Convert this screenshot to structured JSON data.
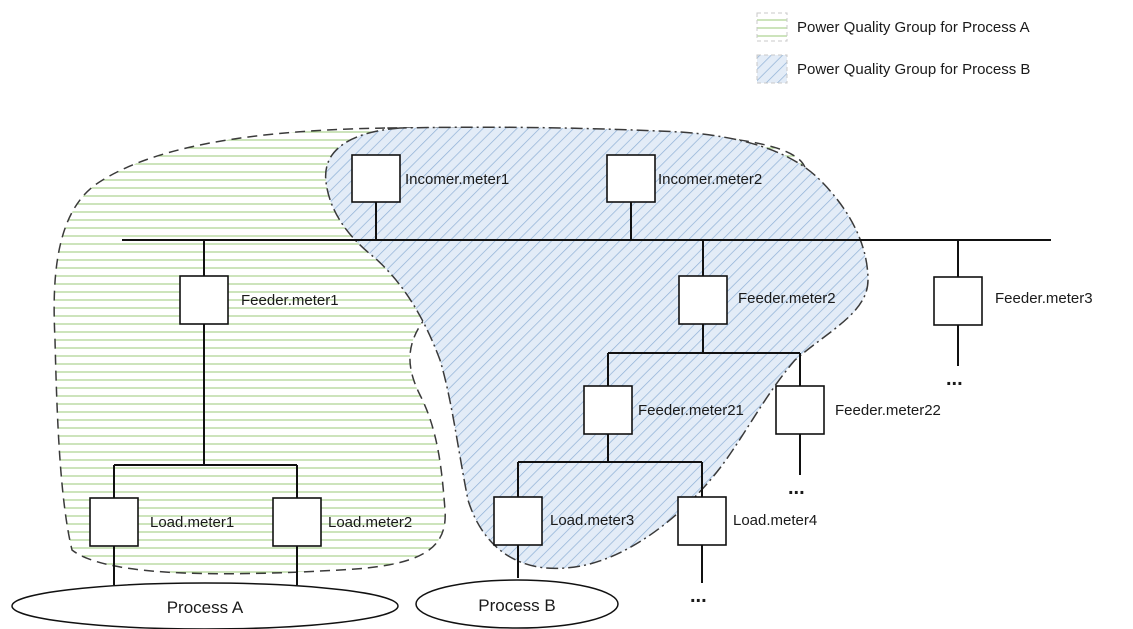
{
  "legend": {
    "group_a": "Power Quality Group for Process A",
    "group_b": "Power Quality Group for Process B"
  },
  "meters": {
    "incomer1": "Incomer.meter1",
    "incomer2": "Incomer.meter2",
    "feeder1": "Feeder.meter1",
    "feeder2": "Feeder.meter2",
    "feeder3": "Feeder.meter3",
    "feeder21": "Feeder.meter21",
    "feeder22": "Feeder.meter22",
    "load1": "Load.meter1",
    "load2": "Load.meter2",
    "load3": "Load.meter3",
    "load4": "Load.meter4"
  },
  "processes": {
    "a": "Process A",
    "b": "Process B"
  },
  "continuation": "...",
  "colors": {
    "group_a_hatch": "#9bc97a",
    "group_b_hatch": "#8fb0d6",
    "group_b_fill": "#e3ecf7",
    "lines": "#111111"
  }
}
